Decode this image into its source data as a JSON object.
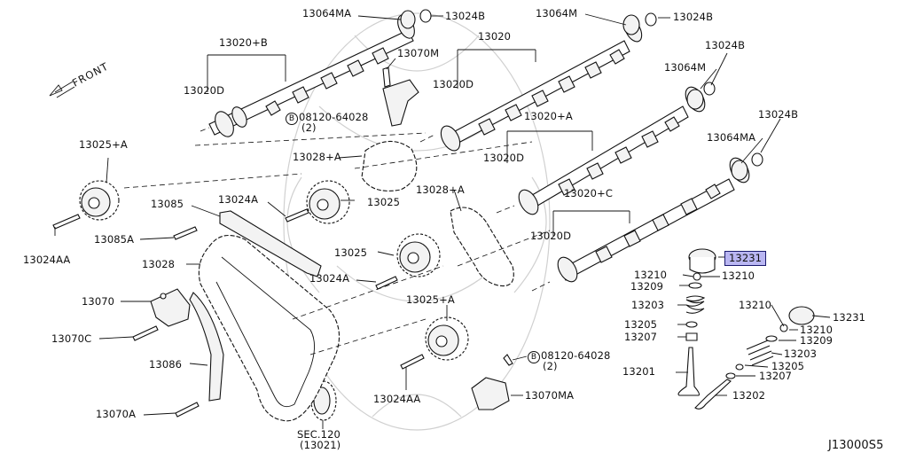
{
  "diagram": {
    "front_label": "FRONT",
    "code": "J13000S5",
    "labels": {
      "p13064MA_top": "13064MA",
      "p13024B_top1": "13024B",
      "p13064M_top": "13064M",
      "p13024B_top2": "13024B",
      "p13020": "13020",
      "p13020B": "13020+B",
      "p13070M": "13070M",
      "p13020D_1": "13020D",
      "p13020D_2": "13020D",
      "p08120_1": "08120-64028",
      "p08120_1q": "(2)",
      "p13024B_r1": "13024B",
      "p13064M_r": "13064M",
      "p13020A": "13020+A",
      "p13024B_r2": "13024B",
      "p13064MA_r": "13064MA",
      "p13025A_1": "13025+A",
      "p13028A_1": "13028+A",
      "p13020D_3": "13020D",
      "p13028A_2": "13028+A",
      "p13020C": "13020+C",
      "p13085": "13085",
      "p13024A_1": "13024A",
      "p13025_1": "13025",
      "p13020D_4": "13020D",
      "p13085A": "13085A",
      "p13024AA_1": "13024AA",
      "p13028": "13028",
      "p13025_2": "13025",
      "p13231_hl": "13231",
      "p13024A_2": "13024A",
      "p13210_a": "13210",
      "p13210_b": "13210",
      "p13209_a": "13209",
      "p13070": "13070",
      "p13025A_2": "13025+A",
      "p13203_a": "13203",
      "p13210_c": "13210",
      "p13231_b": "13231",
      "p13210_d": "13210",
      "p13205_a": "13205",
      "p13070C": "13070C",
      "p13207_a": "13207",
      "p13209_b": "13209",
      "p08120_2": "08120-64028",
      "p08120_2q": "(2)",
      "p13203_b": "13203",
      "p13086": "13086",
      "p13205_b": "13205",
      "p13207_b": "13207",
      "p13201": "13201",
      "p13024AA_2": "13024AA",
      "p13070MA": "13070MA",
      "p13202": "13202",
      "p13070A": "13070A",
      "sec120": "SEC.120",
      "sec120q": "(13021)"
    },
    "highlight_color": "#b9b6f2"
  }
}
